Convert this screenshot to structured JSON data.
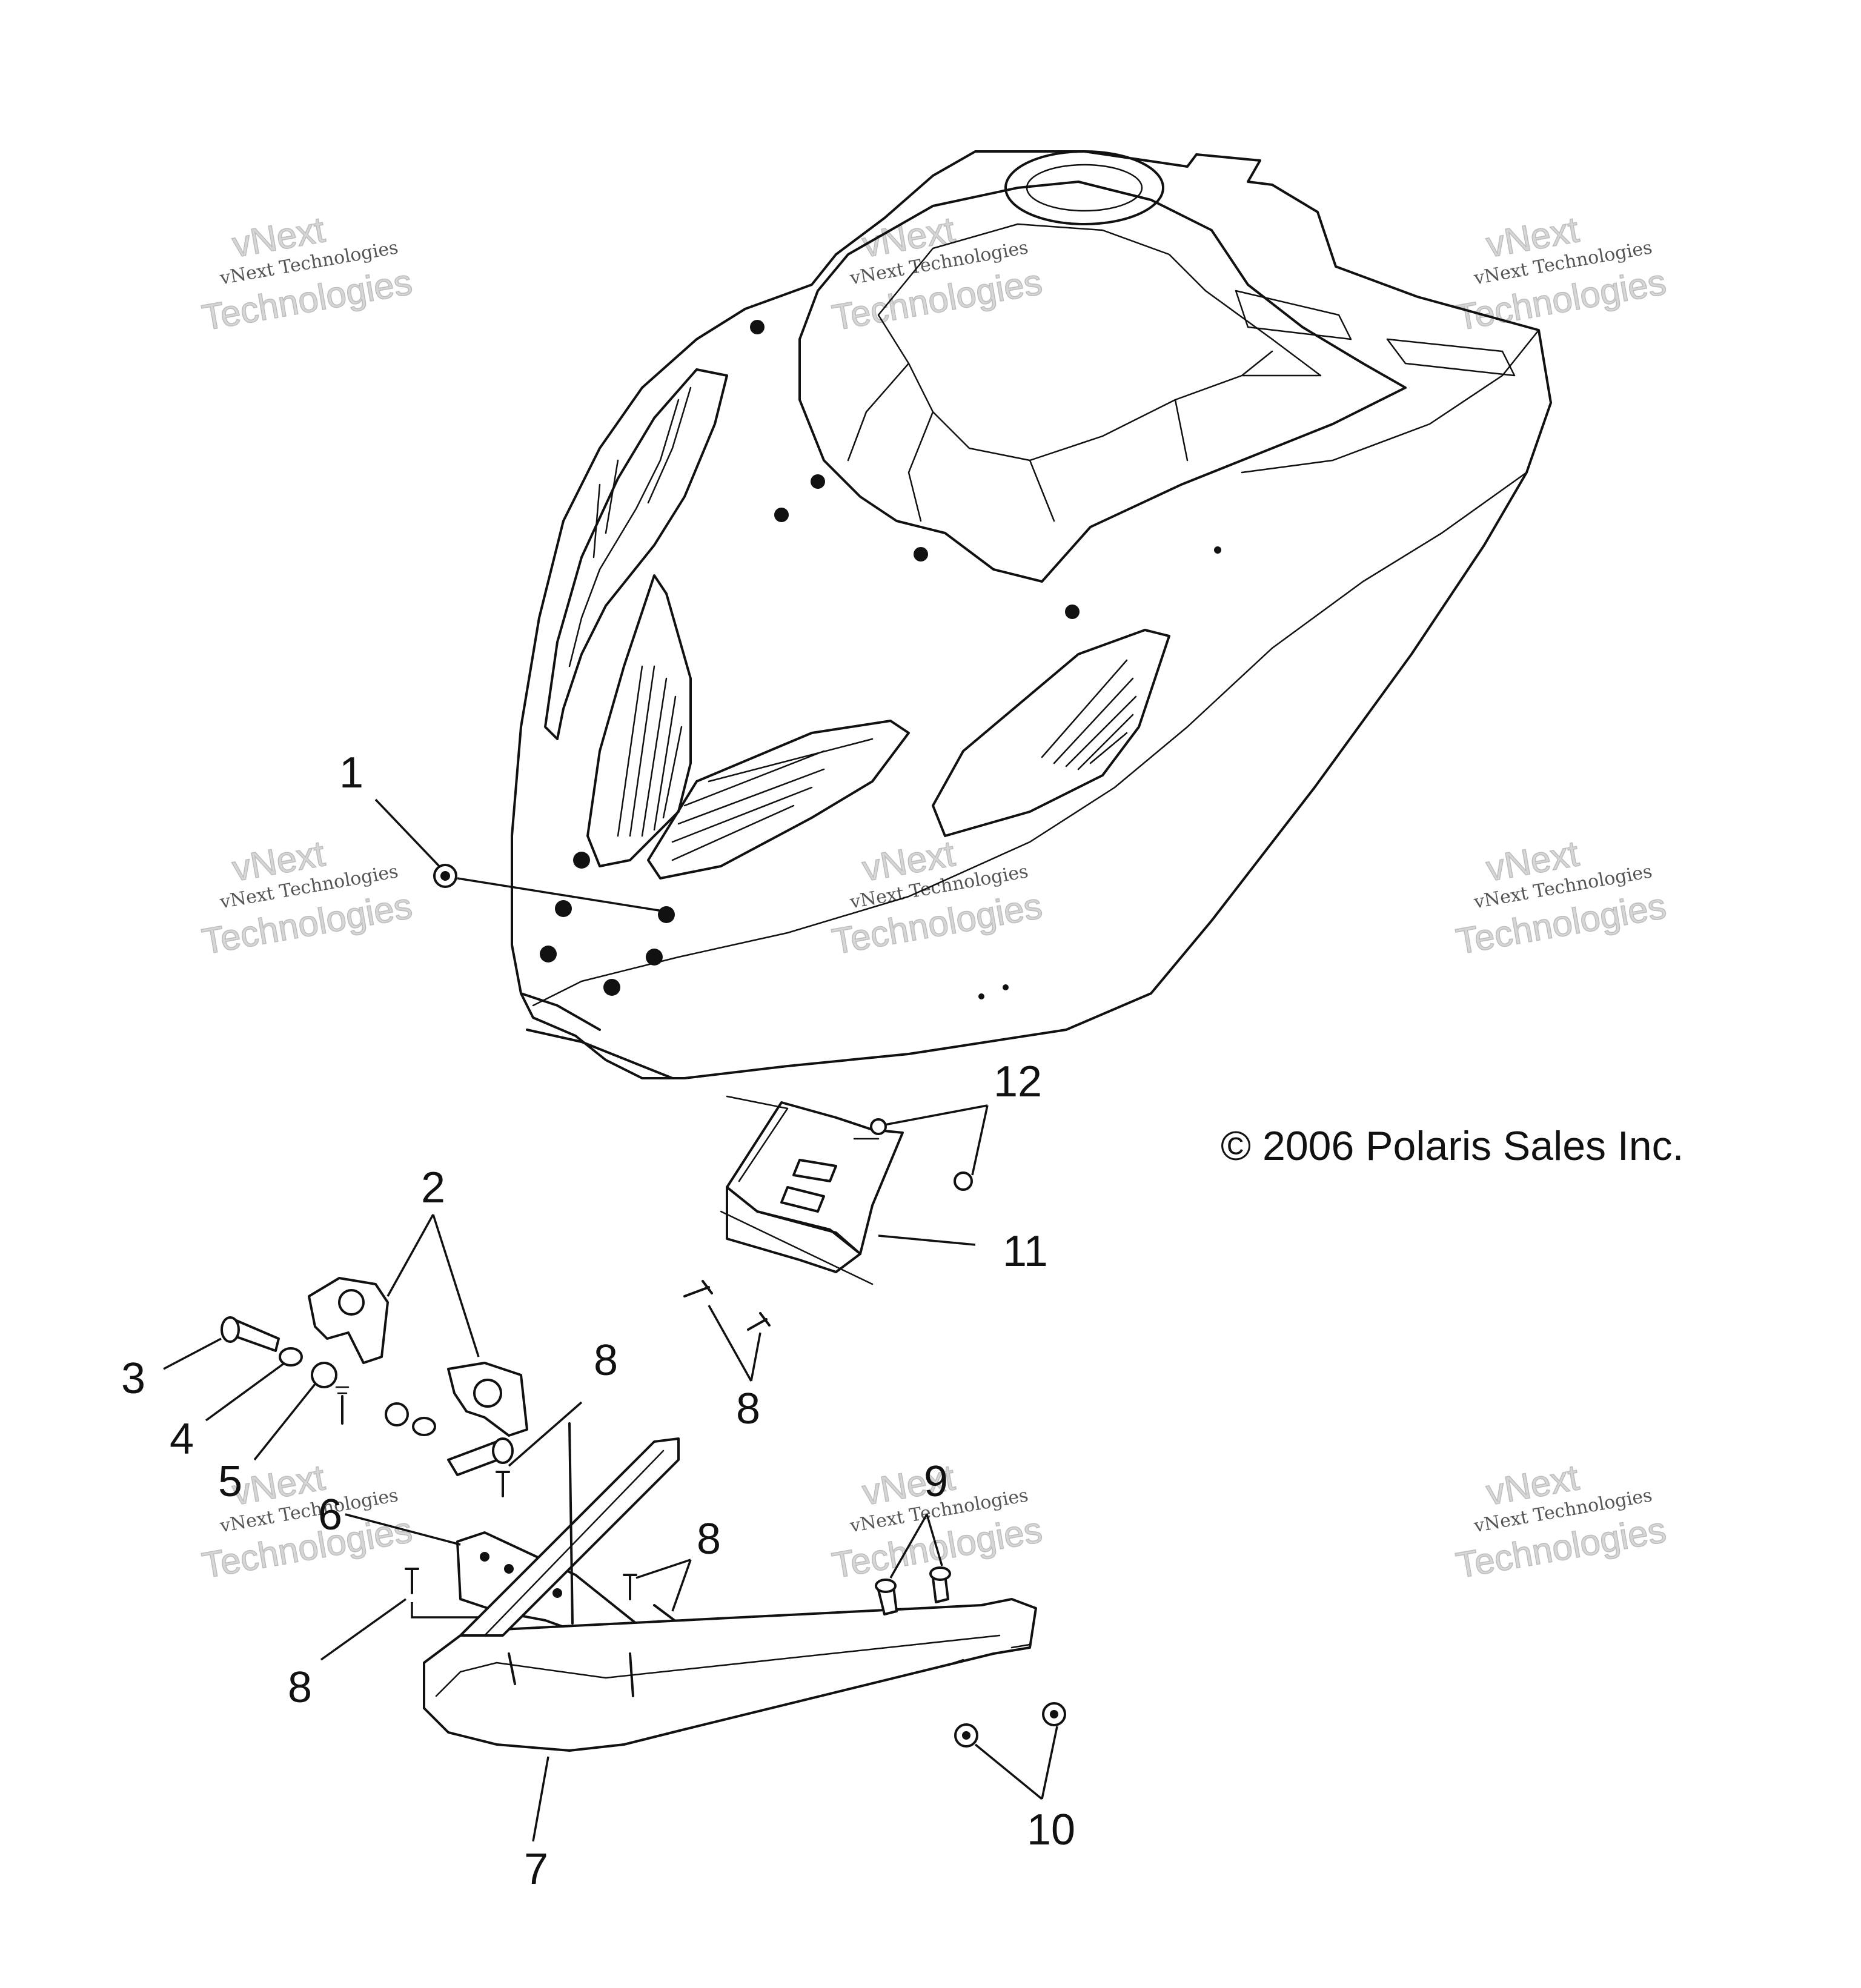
{
  "diagram": {
    "copyright": "© 2006 Polaris Sales Inc.",
    "callouts": [
      {
        "id": "1",
        "label": "1"
      },
      {
        "id": "2",
        "label": "2"
      },
      {
        "id": "3",
        "label": "3"
      },
      {
        "id": "4",
        "label": "4"
      },
      {
        "id": "5",
        "label": "5"
      },
      {
        "id": "6",
        "label": "6"
      },
      {
        "id": "7",
        "label": "7"
      },
      {
        "id": "8a",
        "label": "8"
      },
      {
        "id": "8b",
        "label": "8"
      },
      {
        "id": "8c",
        "label": "8"
      },
      {
        "id": "8d",
        "label": "8"
      },
      {
        "id": "9",
        "label": "9"
      },
      {
        "id": "10",
        "label": "10"
      },
      {
        "id": "11",
        "label": "11"
      },
      {
        "id": "12",
        "label": "12"
      }
    ],
    "watermark": {
      "line1": "vNext Technologies",
      "line2": "vNext",
      "line3": "Technologies"
    }
  }
}
